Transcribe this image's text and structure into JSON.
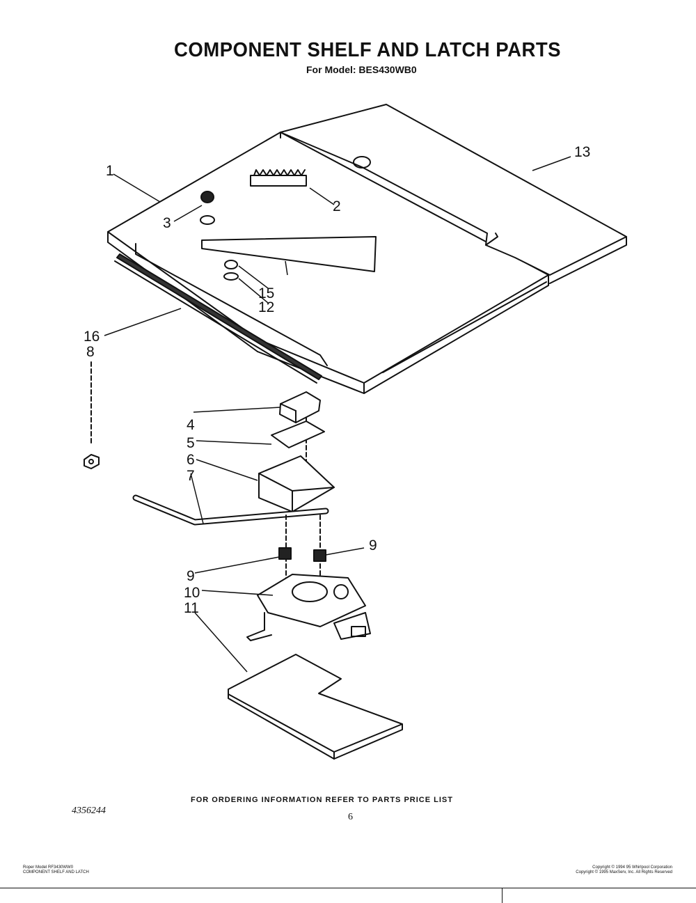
{
  "header": {
    "title": "COMPONENT SHELF AND LATCH PARTS",
    "model": "For Model: BES430WB0"
  },
  "callouts": {
    "c1": "1",
    "c2": "2",
    "c3": "3",
    "c4": "4",
    "c5": "5",
    "c6": "6",
    "c7": "7",
    "c8": "8",
    "c9a": "9",
    "c9b": "9",
    "c10": "10",
    "c11": "11",
    "c12": "12",
    "c13": "13",
    "c15": "15",
    "c16": "16"
  },
  "footer": {
    "ordering": "FOR ORDERING INFORMATION REFER TO PARTS PRICE LIST",
    "page": "6",
    "part_code": "4356244",
    "left_line1": "Roper Model RF3430WW0",
    "left_line2": "COMPONENT SHELF AND LATCH",
    "right_line1": "Copyright © 1994 95 Whirlpool Corporation",
    "right_line2": "Copyright © 1995 MaxServ, Inc.  All Rights Reserved"
  }
}
